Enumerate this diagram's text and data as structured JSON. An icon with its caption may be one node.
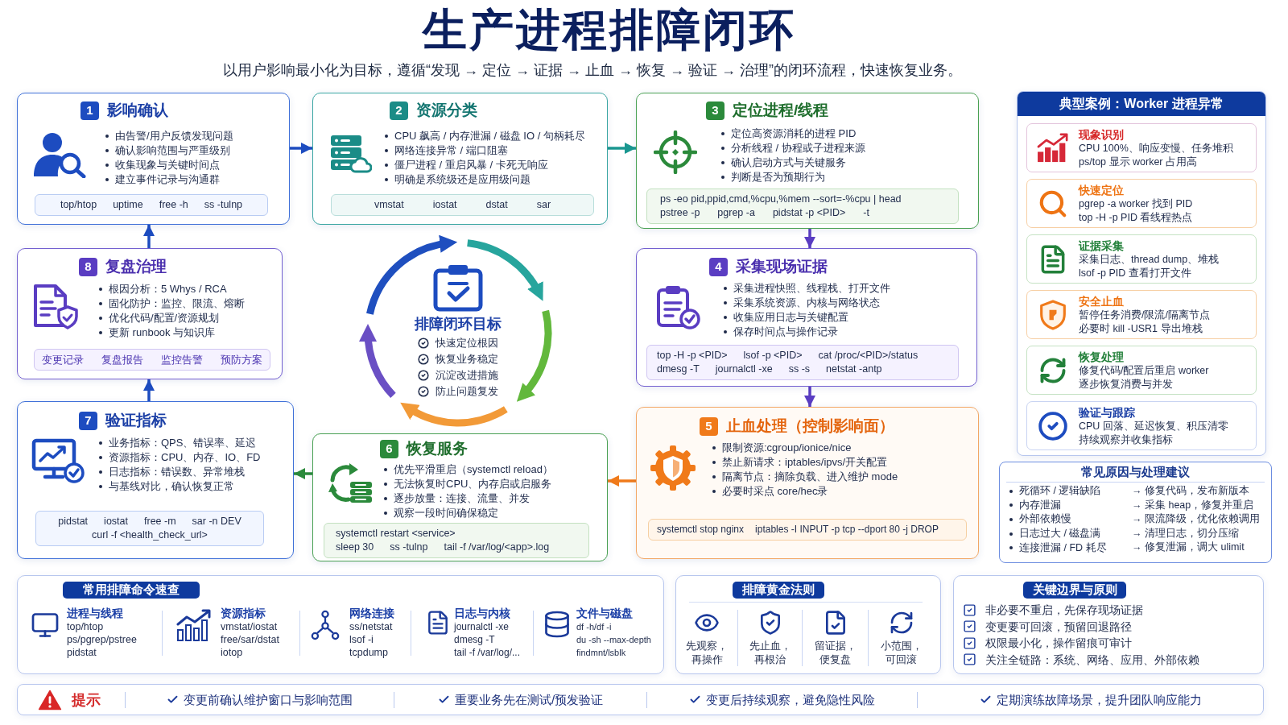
{
  "diagram": {
    "title": "生产进程排障闭环",
    "nodes": [
      {
        "text": [
          "1",
          "影响确认",
          "由告警/用户反馈发现问题",
          "确认影响范围与严重级别",
          "收集现象与关键时间点",
          "建立事件记录与沟通群"
        ]
      },
      {
        "text": [
          "top/htop",
          "uptime",
          "free -h",
          "ss -tulnp"
        ],
        "in": 0
      },
      {
        "text": [
          "2",
          "资源分类",
          "CPU 飙高 / 内存泄漏 / 磁盘 IO / 句柄耗尽",
          "网络连接异常 / 端口阻塞",
          "僵尸进程 / 重启风暴 / 卡死无响应",
          "明确是系统级还是应用级问题"
        ]
      },
      {
        "text": [
          "vmstat",
          "iostat",
          "dstat",
          "sar"
        ],
        "in": 2
      },
      {
        "text": [
          "3",
          "定位进程/线程",
          "定位高资源消耗的进程 PID",
          "分析线程 / 协程或子进程来源",
          "确认启动方式与关键服务",
          "判断是否为预期行为"
        ]
      },
      {
        "text": [
          "ps -eo pid,ppid,cmd,%cpu,%mem --sort=-%cpu | head",
          "pstree -p",
          "pgrep -a",
          "pidstat -p <PID>",
          "-t"
        ],
        "in": 4
      },
      {
        "text": [
          "典型案例：Worker 进程异常"
        ]
      },
      {
        "text": [
          "现象识别",
          "CPU 100%、响应变慢、任务堆积",
          "ps/top 显示 worker 占用高"
        ],
        "in": 6
      },
      {
        "text": [
          "快速定位",
          "pgrep -a worker 找到 PID",
          "top -H -p PID 看线程热点"
        ],
        "in": 6
      },
      {
        "text": [
          "证据采集",
          "采集日志、thread dump、堆栈",
          "lsof -p PID 查看打开文件"
        ],
        "in": 6
      },
      {
        "text": [
          "安全止血",
          "暂停任务消费/限流/隔离节点",
          "必要时 kill -USR1 导出堆栈"
        ],
        "in": 6
      },
      {
        "text": [
          "恢复处理",
          "修复代码/配置后重启 worker",
          "逐步恢复消费与并发"
        ],
        "in": 6
      },
      {
        "text": [
          "验证与跟踪",
          "CPU 回落、延迟恢复、积压清零",
          "持续观察并收集指标"
        ],
        "in": 6
      },
      {
        "text": [
          "8",
          "复盘治理",
          "根因分析：5 Whys / RCA",
          "固化防护：监控、限流、熔断",
          "优化代码/配置/资源规划",
          "更新 runbook 与知识库"
        ]
      },
      {
        "text": [
          "变更记录",
          "复盘报告",
          "监控告警",
          "预防方案"
        ],
        "in": 13
      },
      {
        "text": [
          "排障闭环目标",
          "快速定位根因",
          "恢复业务稳定",
          "沉淀改进措施",
          "防止问题复发"
        ]
      },
      {
        "text": [
          "4",
          "采集现场证据",
          "采集进程快照、线程栈、打开文件",
          "采集系统资源、内核与网络状态",
          "收集应用日志与关键配置",
          "保存时间点与操作记录"
        ]
      },
      {
        "text": [
          "top -H -p <PID>",
          "lsof -p <PID>",
          "cat /proc/<PID>/status",
          "dmesg -T",
          "journalctl -xe",
          "ss -s",
          "netstat -antp"
        ],
        "in": 16
      },
      {
        "text": [
          "7",
          "验证指标",
          "业务指标：QPS、错误率、延迟",
          "资源指标：CPU、内存、IO、FD",
          "日志指标：错误数、异常堆栈",
          "与基线对比，确认恢复正常"
        ]
      },
      {
        "text": [
          "pidstat",
          "iostat",
          "free -m",
          "sar -n DEV",
          "curl -f <health_check_url>"
        ],
        "in": 18
      },
      {
        "text": [
          "6",
          "恢复服务",
          "优先平滑重启（systemctl reload）",
          "无法恢复时CPU、内存启或启服务",
          "逐步放量：连接、流量、并发",
          "观察一段时间确保稳定"
        ]
      },
      {
        "text": [
          "systemctl restart <service>",
          "sleep 30",
          "ss -tulnp",
          "tail -f /var/log/<app>.log"
        ],
        "in": 20
      },
      {
        "text": [
          "5",
          "止血处理（控制影响面）",
          "限制资源:cgroup/ionice/nice",
          "禁止新请求：iptables/ipvs/开关配置",
          "隔离节点：摘除负载、进入维护 mode",
          "必要时采点 core/hec录"
        ]
      },
      {
        "text": [
          "systemctl stop nginx",
          "iptables -I INPUT -p tcp --dport 80 -j DROP"
        ],
        "in": 22
      },
      {
        "text": [
          "常见原因与处理建议",
          "死循环 / 逻辑缺陷",
          "→ 修复代码，发布新版本",
          "内存泄漏",
          "→ 采集 heap，修复并重启",
          "外部依赖慢",
          "→ 限流降级，优化依赖调用",
          "日志过大 / 磁盘满",
          "→ 清理日志，切分压缩",
          "连接泄漏 / FD 耗尽",
          "→ 修复泄漏，调大 ulimit"
        ]
      },
      {
        "text": [
          "常用排障命令速查",
          "进程与线程",
          "top/htop",
          "ps/pgrep/pstree",
          "pidstat",
          "资源指标",
          "vmstat/iostat",
          "free/sar/dstat",
          "iotop",
          "网络连接",
          "ss/netstat",
          "lsof -i",
          "tcpdump",
          "日志与内核",
          "journalctl -xe",
          "dmesg -T",
          "tail -f /var/log/...",
          "文件与磁盘",
          "df -h/df -i",
          "du -sh --max-depth",
          "findmnt/lsblk"
        ]
      },
      {
        "text": [
          "排障黄金法则",
          "先观察，再操作",
          "先止血，再根治",
          "留证据，便复盘",
          "小范围，可回滚"
        ]
      },
      {
        "text": [
          "关键边界与原则",
          "非必要不重启，先保存现场证据",
          "变更要可回滚，预留回退路径",
          "权限最小化，操作留痕可审计",
          "关注全链路：系统、网络、应用、外部依赖"
        ]
      },
      {
        "text": [
          "提示",
          "变更前确认维护窗口与影响范围",
          "重要业务先在测试/预发验证",
          "变更后持续观察，避免隐性风险",
          "定期演练故障场景，提升团队响应能力"
        ]
      }
    ],
    "edges": [
      {
        "from": 0,
        "to": 2,
        "arrow": "to"
      },
      {
        "from": 2,
        "to": 4,
        "arrow": "to",
        "color": "#1a9790"
      },
      {
        "from": 4,
        "to": 16,
        "arrow": "to",
        "color": "#5a3dc2"
      },
      {
        "from": 16,
        "to": 22,
        "arrow": "to",
        "color": "#5a3dc2"
      },
      {
        "from": 22,
        "to": 20,
        "arrow": "to",
        "color": "#f07a1a"
      },
      {
        "from": 20,
        "to": 18,
        "arrow": "to",
        "color": "#2b8a3b"
      },
      {
        "from": 18,
        "to": 13,
        "arrow": "to"
      },
      {
        "from": 13,
        "to": 0,
        "arrow": "to"
      }
    ],
    "labels": [
      "以用户影响最小化为目标，遵循“发现 → 定位 → 证据 → 止血 → 恢复 → 验证 → 治理”的闭环流程，快速恢复业务。"
    ]
  }
}
